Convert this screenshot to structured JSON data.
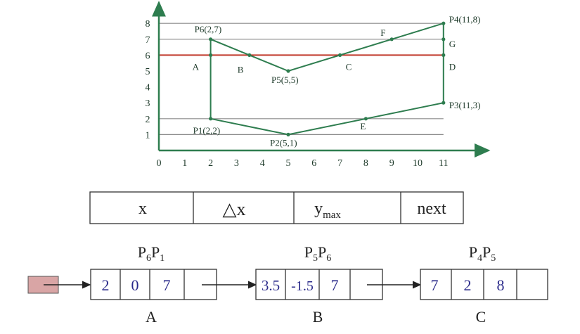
{
  "plot": {
    "x_ticks": [
      "0",
      "1",
      "2",
      "3",
      "4",
      "5",
      "6",
      "7",
      "8",
      "9",
      "10",
      "11"
    ],
    "y_ticks": [
      "1",
      "2",
      "3",
      "4",
      "5",
      "6",
      "7",
      "8"
    ],
    "x_range": [
      0,
      12.2
    ],
    "y_range": [
      0,
      8.6
    ],
    "polygon": [
      {
        "id": "P1",
        "x": 2,
        "y": 2,
        "label": "P1(2,2)"
      },
      {
        "id": "P2",
        "x": 5,
        "y": 1,
        "label": "P2(5,1)"
      },
      {
        "id": "P3",
        "x": 11,
        "y": 3,
        "label": "P3(11,3)"
      },
      {
        "id": "P4",
        "x": 11,
        "y": 8,
        "label": "P4(11,8)"
      },
      {
        "id": "P5",
        "x": 5,
        "y": 5,
        "label": "P5(5,5)"
      },
      {
        "id": "P6",
        "x": 2,
        "y": 7,
        "label": "P6(2,7)"
      }
    ],
    "extra_points": [
      {
        "id": "A",
        "x": 2,
        "y": 6,
        "label": "A"
      },
      {
        "id": "B",
        "x": 3.5,
        "y": 6,
        "label": "B"
      },
      {
        "id": "C",
        "x": 7,
        "y": 6,
        "label": "C"
      },
      {
        "id": "D",
        "x": 11,
        "y": 6,
        "label": "D"
      },
      {
        "id": "E",
        "x": 8,
        "y": 2,
        "label": "E"
      },
      {
        "id": "F",
        "x": 9,
        "y": 7,
        "label": "F"
      },
      {
        "id": "G",
        "x": 11,
        "y": 7,
        "label": "G"
      }
    ],
    "gray_lines_y": [
      1,
      2,
      7,
      8
    ],
    "scan_line_y": 6,
    "colors": {
      "polygon": "#2e7d4f",
      "scan_line": "#c0392b",
      "axis": "#2e7d4f",
      "text": "#1e3a2a",
      "grid": "#8a8a8a"
    }
  },
  "header": {
    "cells": [
      "x",
      "△x",
      "y",
      "next"
    ],
    "ymax_sub": "max"
  },
  "nodes": [
    {
      "title": "P",
      "t1": "6",
      "t2": "P",
      "t3": "1",
      "values": [
        "2",
        "0",
        "7"
      ],
      "below": "A"
    },
    {
      "title": "P",
      "t1": "5",
      "t2": "P",
      "t3": "6",
      "values": [
        "3.5",
        "-1.5",
        "7"
      ],
      "below": "B"
    },
    {
      "title": "P",
      "t1": "4",
      "t2": "P",
      "t3": "5",
      "values": [
        "7",
        "2",
        "8"
      ],
      "below": "C"
    }
  ],
  "colors": {
    "node_text": "#2a2a8a",
    "head_fill": "#d9a5a5"
  }
}
